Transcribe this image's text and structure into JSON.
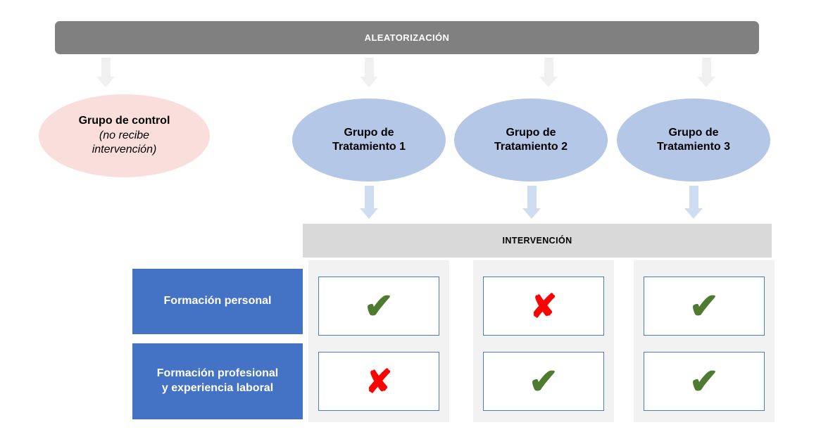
{
  "diagram": {
    "title_banner": {
      "label": "ALEATORIZACIÓN",
      "color": "#808080"
    },
    "intervention_banner": {
      "label": "INTERVENCIÓN",
      "color": "#D9D9D9"
    },
    "groups": [
      {
        "id": "control",
        "line1": "Grupo de control",
        "line2": "(no recibe",
        "line3": "intervención)",
        "color": "#F9DEDC"
      },
      {
        "id": "treatment-1",
        "line1": "Grupo de",
        "line2": "Tratamiento 1",
        "color": "#B4C7E7"
      },
      {
        "id": "treatment-2",
        "line1": "Grupo de",
        "line2": "Tratamiento 2",
        "color": "#B4C7E7"
      },
      {
        "id": "treatment-3",
        "line1": "Grupo de",
        "line2": "Tratamiento 3",
        "color": "#B4C7E7"
      }
    ],
    "rows": [
      {
        "id": "formacion-personal",
        "line1": "Formación personal",
        "line2": "",
        "color": "#4472C4"
      },
      {
        "id": "formacion-profesional",
        "line1": "Formación profesional",
        "line2": "y experiencia laboral",
        "color": "#4472C4"
      }
    ],
    "matrix": [
      [
        {
          "value": "check",
          "glyph": "✔"
        },
        {
          "value": "cross",
          "glyph": "✘"
        },
        {
          "value": "check",
          "glyph": "✔"
        }
      ],
      [
        {
          "value": "cross",
          "glyph": "✘"
        },
        {
          "value": "check",
          "glyph": "✔"
        },
        {
          "value": "check",
          "glyph": "✔"
        }
      ]
    ],
    "colors": {
      "check": "#4F7B30",
      "cross": "#FF0000",
      "cell_border": "#4A7EBB",
      "column_strip": "#F2F2F2",
      "arrow_gray": "#F0F0F0",
      "arrow_blue": "#CEDDF2"
    }
  }
}
